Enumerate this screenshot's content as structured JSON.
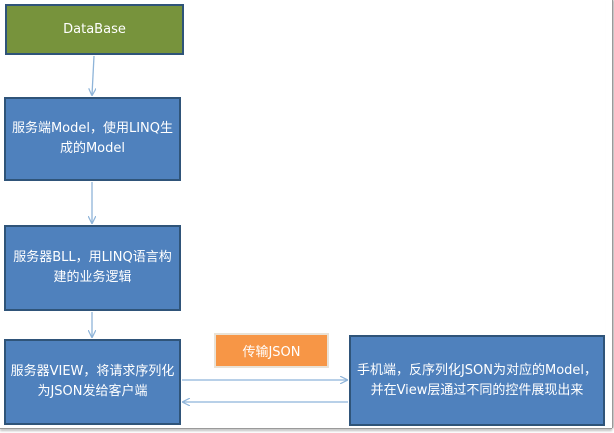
{
  "diagram": {
    "nodes": {
      "database": {
        "label": "DataBase"
      },
      "server_model": {
        "label": "服务端Model，使用LINQ生成的Model"
      },
      "server_bll": {
        "label": "服务器BLL，用LINQ语言构建的业务逻辑"
      },
      "server_view": {
        "label": "服务器VIEW，将请求序列化为JSON发给客户端"
      },
      "mobile": {
        "label": "手机端，反序列化JSON为对应的Model，并在View层通过不同的控件展现出来"
      }
    },
    "edge_label": "传输JSON",
    "colors": {
      "database_fill": "#77933c",
      "box_fill": "#4f81bd",
      "box_border": "#2f5479",
      "label_fill": "#f79646",
      "arrow": "#8eb4d9"
    }
  }
}
